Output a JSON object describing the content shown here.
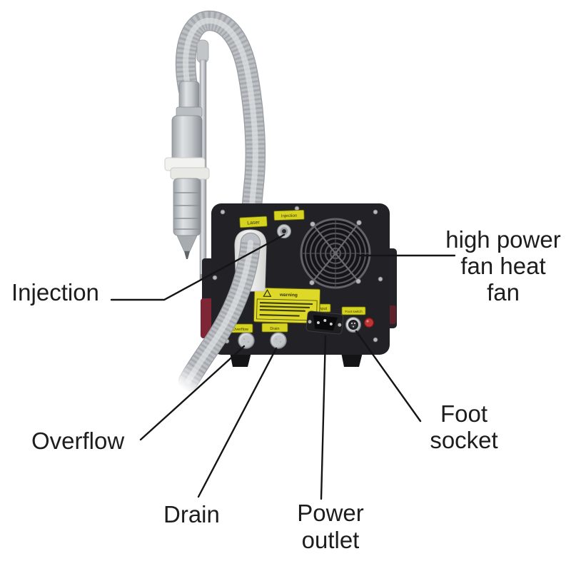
{
  "scene": {
    "background_color": "#ffffff",
    "callouts": {
      "injection": "Injection",
      "fan": "high power\nfan heat\nfan",
      "overflow": "Overflow",
      "drain": "Drain",
      "power_outlet": "Power\noutlet",
      "foot_socket": "Foot\nsocket"
    },
    "machine": {
      "stickers": {
        "laser": "Laser",
        "injection": "Injection",
        "warning": "warning",
        "overflow": "Overflow",
        "drain": "Drain",
        "power": "AC input",
        "foot_switch": "Foot switch"
      },
      "colors": {
        "panel": "#212126",
        "trim": "#7e2636",
        "sticker": "#d6d320",
        "hose": "#b7babd",
        "indicator": "#bf3434"
      }
    }
  }
}
